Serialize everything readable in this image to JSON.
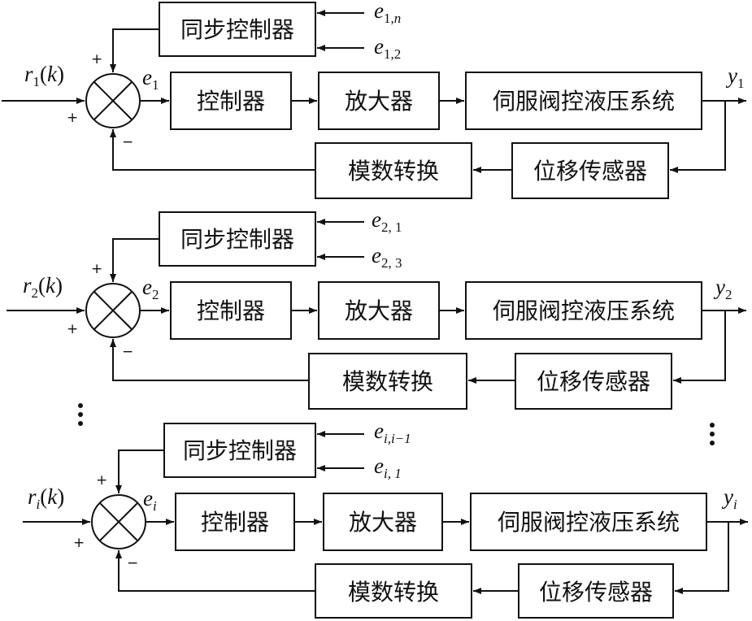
{
  "labels": {
    "sync_controller": "同步控制器",
    "controller": "控制器",
    "amplifier": "放大器",
    "servo_system": "伺服阀控液压系统",
    "ad_converter": "模数转换",
    "sensor": "位移传感器"
  },
  "signs": {
    "plus": "+",
    "minus": "−"
  },
  "ellipsis": "⋮",
  "loops": [
    {
      "input": {
        "main": "r",
        "sub": "1",
        "open": "(",
        "k": "k",
        "close": ")"
      },
      "error": {
        "main": "e",
        "sub": "1"
      },
      "output": {
        "main": "y",
        "sub": "1"
      },
      "sync_inputs": [
        {
          "main": "e",
          "sub1": "1,",
          "sub2": "n"
        },
        {
          "main": "e",
          "sub1": "1,2",
          "sub2": ""
        }
      ]
    },
    {
      "input": {
        "main": "r",
        "sub": "2",
        "open": "(",
        "k": "k",
        "close": ")"
      },
      "error": {
        "main": "e",
        "sub": "2"
      },
      "output": {
        "main": "y",
        "sub": "2"
      },
      "sync_inputs": [
        {
          "main": "e",
          "sub1": "2, 1",
          "sub2": ""
        },
        {
          "main": "e",
          "sub1": "2, 3",
          "sub2": ""
        }
      ]
    },
    {
      "input": {
        "main": "r",
        "sub": "i",
        "open": "(",
        "k": "k",
        "close": ")"
      },
      "error": {
        "main": "e",
        "sub": "i"
      },
      "output": {
        "main": "y",
        "sub": "i"
      },
      "sync_inputs": [
        {
          "main": "e",
          "sub1": "i,i−1",
          "sub2": ""
        },
        {
          "main": "e",
          "sub1": "i, 1",
          "sub2": ""
        }
      ]
    }
  ]
}
